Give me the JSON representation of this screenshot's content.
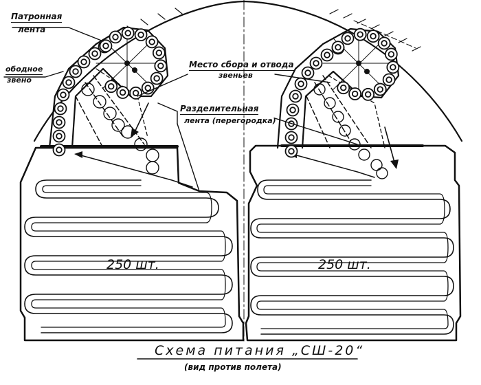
{
  "labels": {
    "cartridge_belt": [
      "Патронная",
      "лента"
    ],
    "link": [
      "ободное",
      "звено"
    ],
    "link_collection": [
      "Место сбора и отвода",
      "звеньев"
    ],
    "separator_belt": [
      "Разделительная",
      "лента (перегородка)"
    ]
  },
  "boxes": [
    {
      "count": "250 шт."
    },
    {
      "count": "250 шт."
    }
  ],
  "title": "Схема питания „СШ-20“",
  "subtitle": "(вид против полета)",
  "colors": {
    "ink": "#111111",
    "paper": "#ffffff"
  }
}
